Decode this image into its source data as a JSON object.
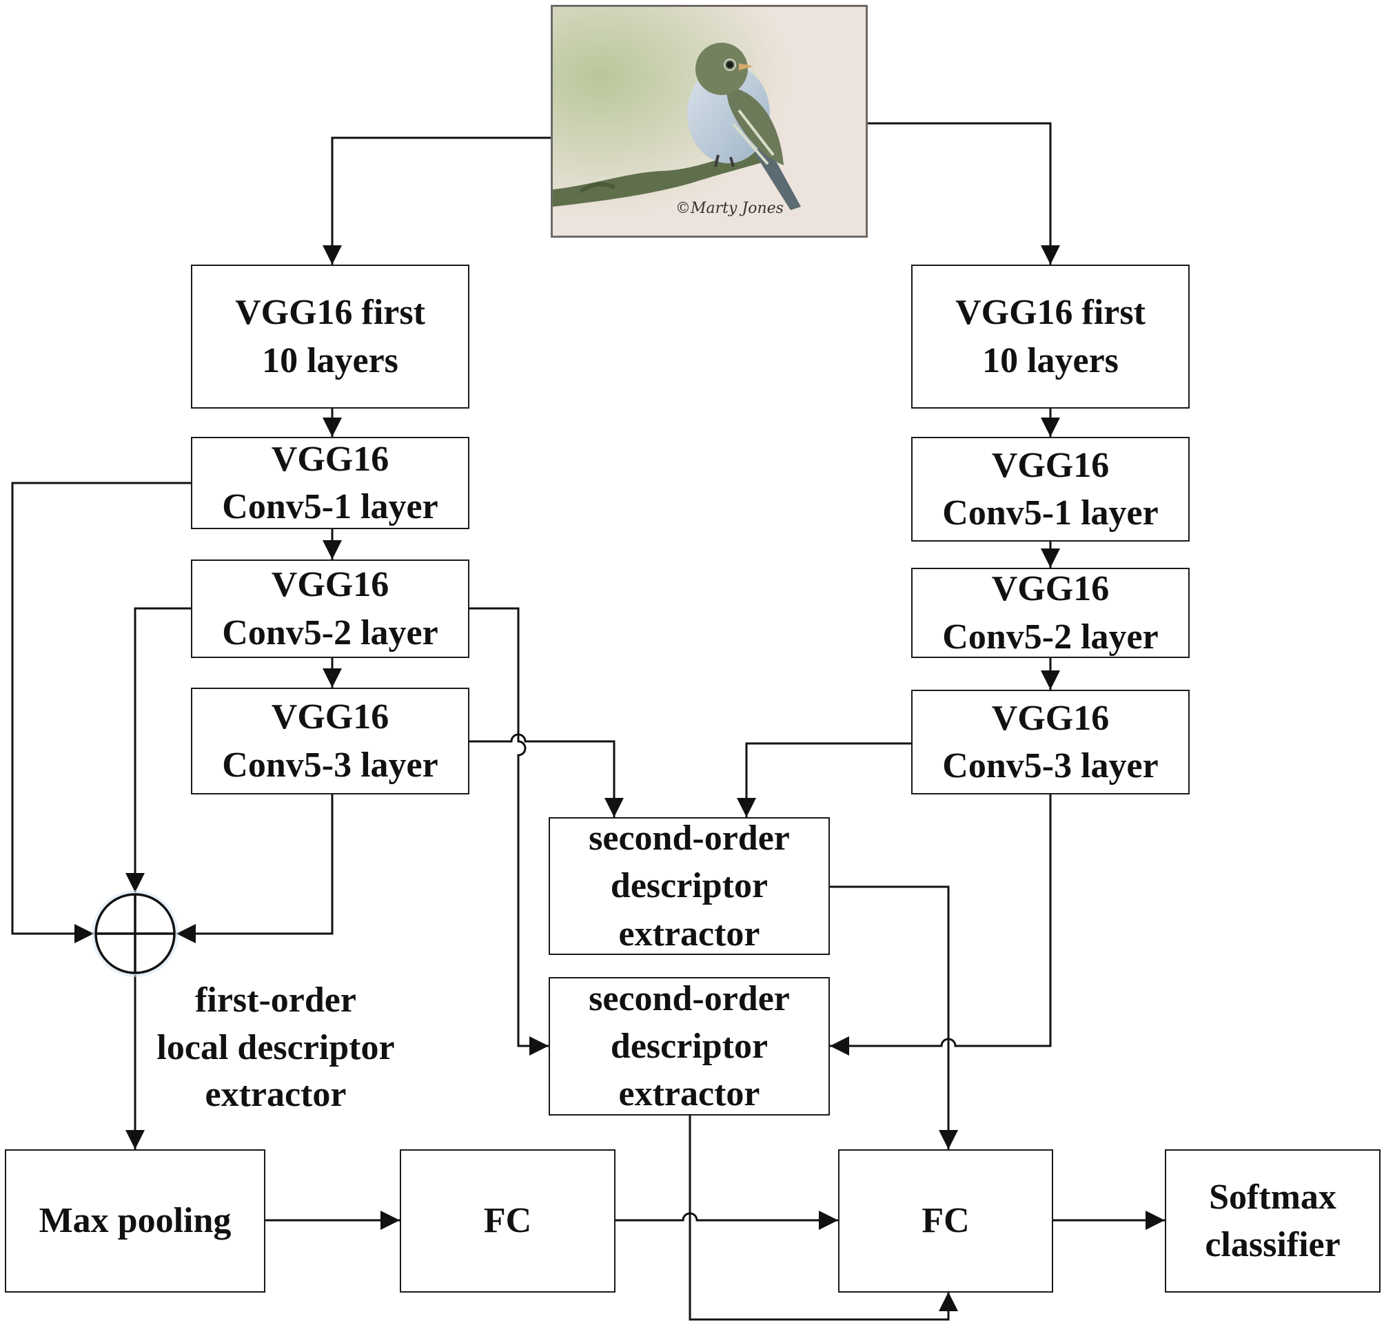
{
  "input_image": {
    "alt": "bird-photo",
    "watermark": "©Marty Jones"
  },
  "left_branch": {
    "base": [
      "VGG16 first",
      "10 layers"
    ],
    "conv5_1": [
      "VGG16",
      "Conv5-1 layer"
    ],
    "conv5_2": [
      "VGG16",
      "Conv5-2 layer"
    ],
    "conv5_3": [
      "VGG16",
      "Conv5-3 layer"
    ]
  },
  "right_branch": {
    "base": [
      "VGG16 first",
      "10 layers"
    ],
    "conv5_1": [
      "VGG16",
      "Conv5-1 layer"
    ],
    "conv5_2": [
      "VGG16",
      "Conv5-2 layer"
    ],
    "conv5_3": [
      "VGG16",
      "Conv5-3 layer"
    ]
  },
  "second_order_top": [
    "second-order",
    "descriptor",
    "extractor"
  ],
  "second_order_bottom": [
    "second-order",
    "descriptor",
    "extractor"
  ],
  "first_order_label": [
    "first-order",
    "local descriptor",
    "extractor"
  ],
  "bottom_row": {
    "max_pooling": "Max pooling",
    "fc1": "FC",
    "fc2": "FC",
    "softmax": [
      "Softmax",
      "classifier"
    ]
  }
}
